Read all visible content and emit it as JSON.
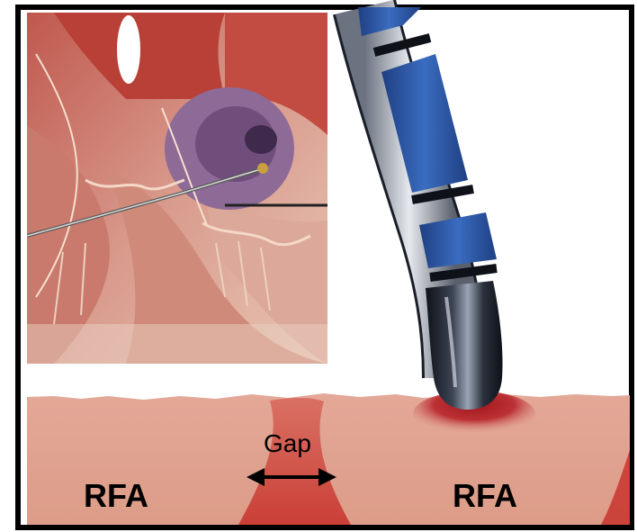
{
  "labels": {
    "rfa_left": "RFA",
    "rfa_right": "RFA",
    "gap": "Gap"
  },
  "colors": {
    "frame": "#000000",
    "tissue": "#e0a090",
    "lesion": "#c8352e",
    "lesion_dark": "#a0151a",
    "catheter_blue": "#2e5aa8",
    "catheter_tip": "#1a1e28",
    "heart_muscle": "#c98478",
    "heart_valve": "#8e6a96"
  },
  "icons": {
    "gap_arrow": "double-headed-arrow-icon",
    "catheter": "ablation-catheter-icon"
  }
}
